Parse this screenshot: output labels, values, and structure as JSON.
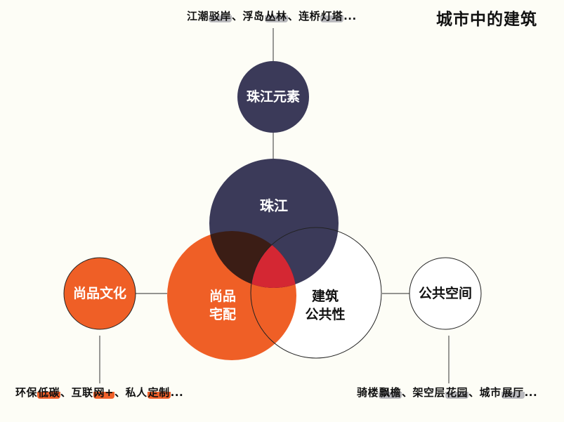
{
  "title": "城市中的建筑",
  "nodes": {
    "pearl_elements": "珠江元素",
    "pearl_river": "珠江",
    "shangpin_delivery": [
      "尚品",
      "宅配"
    ],
    "public_building": [
      "建筑",
      "公共性"
    ],
    "shangpin_culture": "尚品文化",
    "public_space": "公共空间"
  },
  "captions": {
    "top": [
      "江潮",
      "驳岸",
      "、浮岛",
      "丛林",
      "、连桥",
      "灯塔",
      "..."
    ],
    "bottom_left": [
      "环保",
      "低碳",
      "、互联",
      "网+",
      "、私人",
      "定制",
      "..."
    ],
    "bottom_right": [
      "骑楼",
      "飘檐",
      "、架空层",
      "花园",
      "、城市",
      "展厅",
      "..."
    ]
  },
  "colors": {
    "navy": "#3b3a59",
    "orange": "#ef5f26",
    "overlap_dark": "#3b1d15",
    "center_red": "#d42733",
    "highlight_grey": "#b9b9bd",
    "line": "#555555"
  }
}
